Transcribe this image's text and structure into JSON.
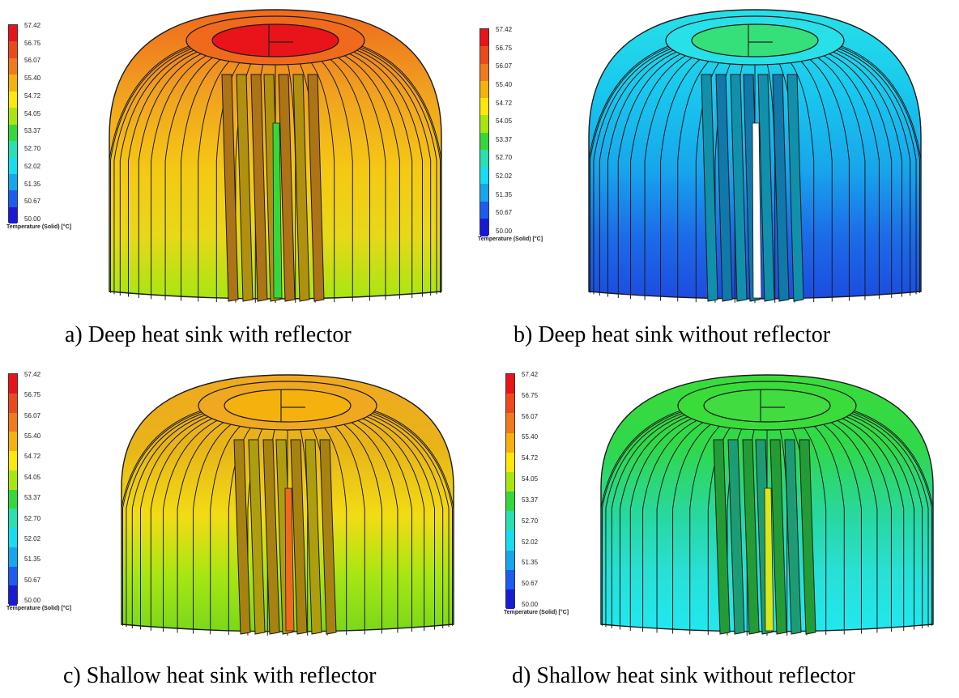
{
  "legend": {
    "ticks": [
      "57.42",
      "56.75",
      "56.07",
      "55.40",
      "54.72",
      "54.05",
      "53.37",
      "52.70",
      "52.02",
      "51.35",
      "50.67",
      "50.00"
    ],
    "ticks_alt": [
      "57.42",
      "56.75",
      "56.07",
      "55.40",
      "54.72",
      "54.05",
      "53.37",
      "52.70",
      "52.02",
      "51.35",
      "50.67",
      "50.00"
    ],
    "title": "Temperature (Solid) [°C]",
    "colors": [
      "#e8141a",
      "#ec4a1c",
      "#ef7a1f",
      "#f5b20e",
      "#ffe70a",
      "#a8e612",
      "#35d83a",
      "#28e0b0",
      "#18dcf0",
      "#17a6ec",
      "#1c5cf0",
      "#1a1ad6"
    ]
  },
  "panels": [
    {
      "caption": "a) Deep heat sink with reflector",
      "type": "deep",
      "top_color": "#ef6a1c",
      "center_color": "#e8141a",
      "upper_color": "#f0a020",
      "mid_color": "#f5c814",
      "lower_color": "#e8d818",
      "bottom_color": "#a8e612",
      "gap_color": "#35d83a"
    },
    {
      "caption": "b) Deep heat sink without reflector",
      "type": "deep",
      "top_color": "#28e0e8",
      "center_color": "#35e07a",
      "upper_color": "#18c8ee",
      "mid_color": "#17a6ec",
      "lower_color": "#1c6ce8",
      "bottom_color": "#1c4ce0",
      "gap_color": "#ffffff"
    },
    {
      "caption": "c) Shallow heat sink with reflector",
      "type": "shallow",
      "top_color": "#f0a820",
      "center_color": "#f5b20e",
      "upper_color": "#e8b418",
      "mid_color": "#f2dc14",
      "lower_color": "#a8e612",
      "bottom_color": "#7ad81a",
      "gap_color": "#ef6a1c"
    },
    {
      "caption": "d) Shallow heat sink without reflector",
      "type": "shallow",
      "top_color": "#3adc3a",
      "center_color": "#40dc40",
      "upper_color": "#30d84a",
      "mid_color": "#28d8a0",
      "lower_color": "#28e0d8",
      "bottom_color": "#20e8f0",
      "gap_color": "#d8e818"
    }
  ]
}
